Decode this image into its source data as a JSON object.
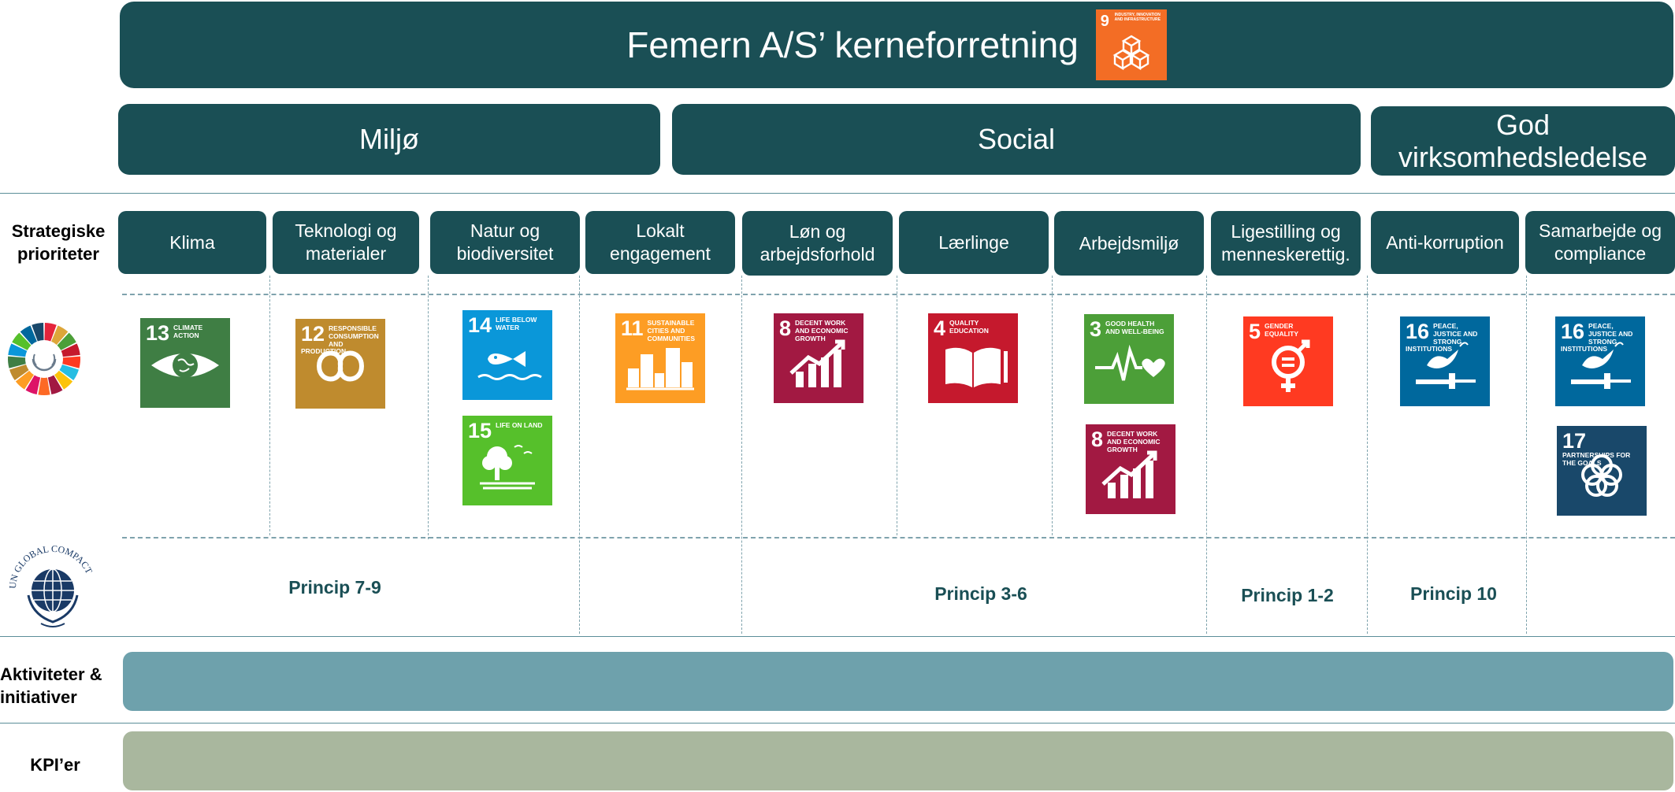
{
  "title": "Femern A/S’ kerneforretning",
  "title_sdg": {
    "number": "9",
    "label": "INDUSTRY, INNOVATION AND INFRASTRUCTURE",
    "color": "#f36d25",
    "icon": "cubes-icon"
  },
  "pillars": [
    "Miljø",
    "Social",
    "God virksomhedsledelse"
  ],
  "row_labels": {
    "priorities": "Strategiske prioriteter",
    "activities": "Aktiviteter & initiativer",
    "kpis": "KPI’er"
  },
  "priorities": [
    "Klima",
    "Teknologi og materialer",
    "Natur og biodiversitet",
    "Lokalt engagement",
    "Løn og arbejdsforhold",
    "Lærlinge",
    "Arbejdsmiljø",
    "Ligestilling og menneskerettig.",
    "Anti-korruption",
    "Samarbejde og compliance"
  ],
  "sdgs": [
    {
      "number": "13",
      "label": "CLIMATE ACTION",
      "color": "#3f7e44",
      "icon": "eye-globe-icon"
    },
    {
      "number": "12",
      "label": "RESPONSIBLE CONSUMPTION AND PRODUCTION",
      "color": "#bf8b2e",
      "icon": "infinity-icon"
    },
    {
      "number": "14",
      "label": "LIFE BELOW WATER",
      "color": "#0a97d9",
      "icon": "fish-icon"
    },
    {
      "number": "15",
      "label": "LIFE ON LAND",
      "color": "#56c02b",
      "icon": "tree-icon"
    },
    {
      "number": "11",
      "label": "SUSTAINABLE CITIES AND COMMUNITIES",
      "color": "#fd9d24",
      "icon": "buildings-icon"
    },
    {
      "number": "8",
      "label": "DECENT WORK AND ECONOMIC GROWTH",
      "color": "#a21942",
      "icon": "growth-chart-icon"
    },
    {
      "number": "4",
      "label": "QUALITY EDUCATION",
      "color": "#c5192d",
      "icon": "book-icon"
    },
    {
      "number": "3",
      "label": "GOOD HEALTH AND WELL-BEING",
      "color": "#4c9f38",
      "icon": "heartbeat-icon"
    },
    {
      "number": "8",
      "label": "DECENT WORK AND ECONOMIC GROWTH",
      "color": "#a21942",
      "icon": "growth-chart-icon"
    },
    {
      "number": "5",
      "label": "GENDER EQUALITY",
      "color": "#ff3a21",
      "icon": "gender-equality-icon"
    },
    {
      "number": "16",
      "label": "PEACE, JUSTICE AND STRONG INSTITUTIONS",
      "color": "#00689d",
      "icon": "dove-gavel-icon"
    },
    {
      "number": "16",
      "label": "PEACE, JUSTICE AND STRONG INSTITUTIONS",
      "color": "#00689d",
      "icon": "dove-gavel-icon"
    },
    {
      "number": "17",
      "label": "PARTNERSHIPS FOR THE GOALS",
      "color": "#19486a",
      "icon": "rings-icon"
    }
  ],
  "global_compact_logo_text": "UN GLOBAL COMPACT",
  "principles": [
    "Princip 7-9",
    "Princip 3-6",
    "Princip 1-2",
    "Princip 10"
  ],
  "colors": {
    "teal": "#1a4f55",
    "activities_bar": "#6ea1ac",
    "kpi_bar": "#a9b79e",
    "princip_text": "#1a4f55"
  }
}
